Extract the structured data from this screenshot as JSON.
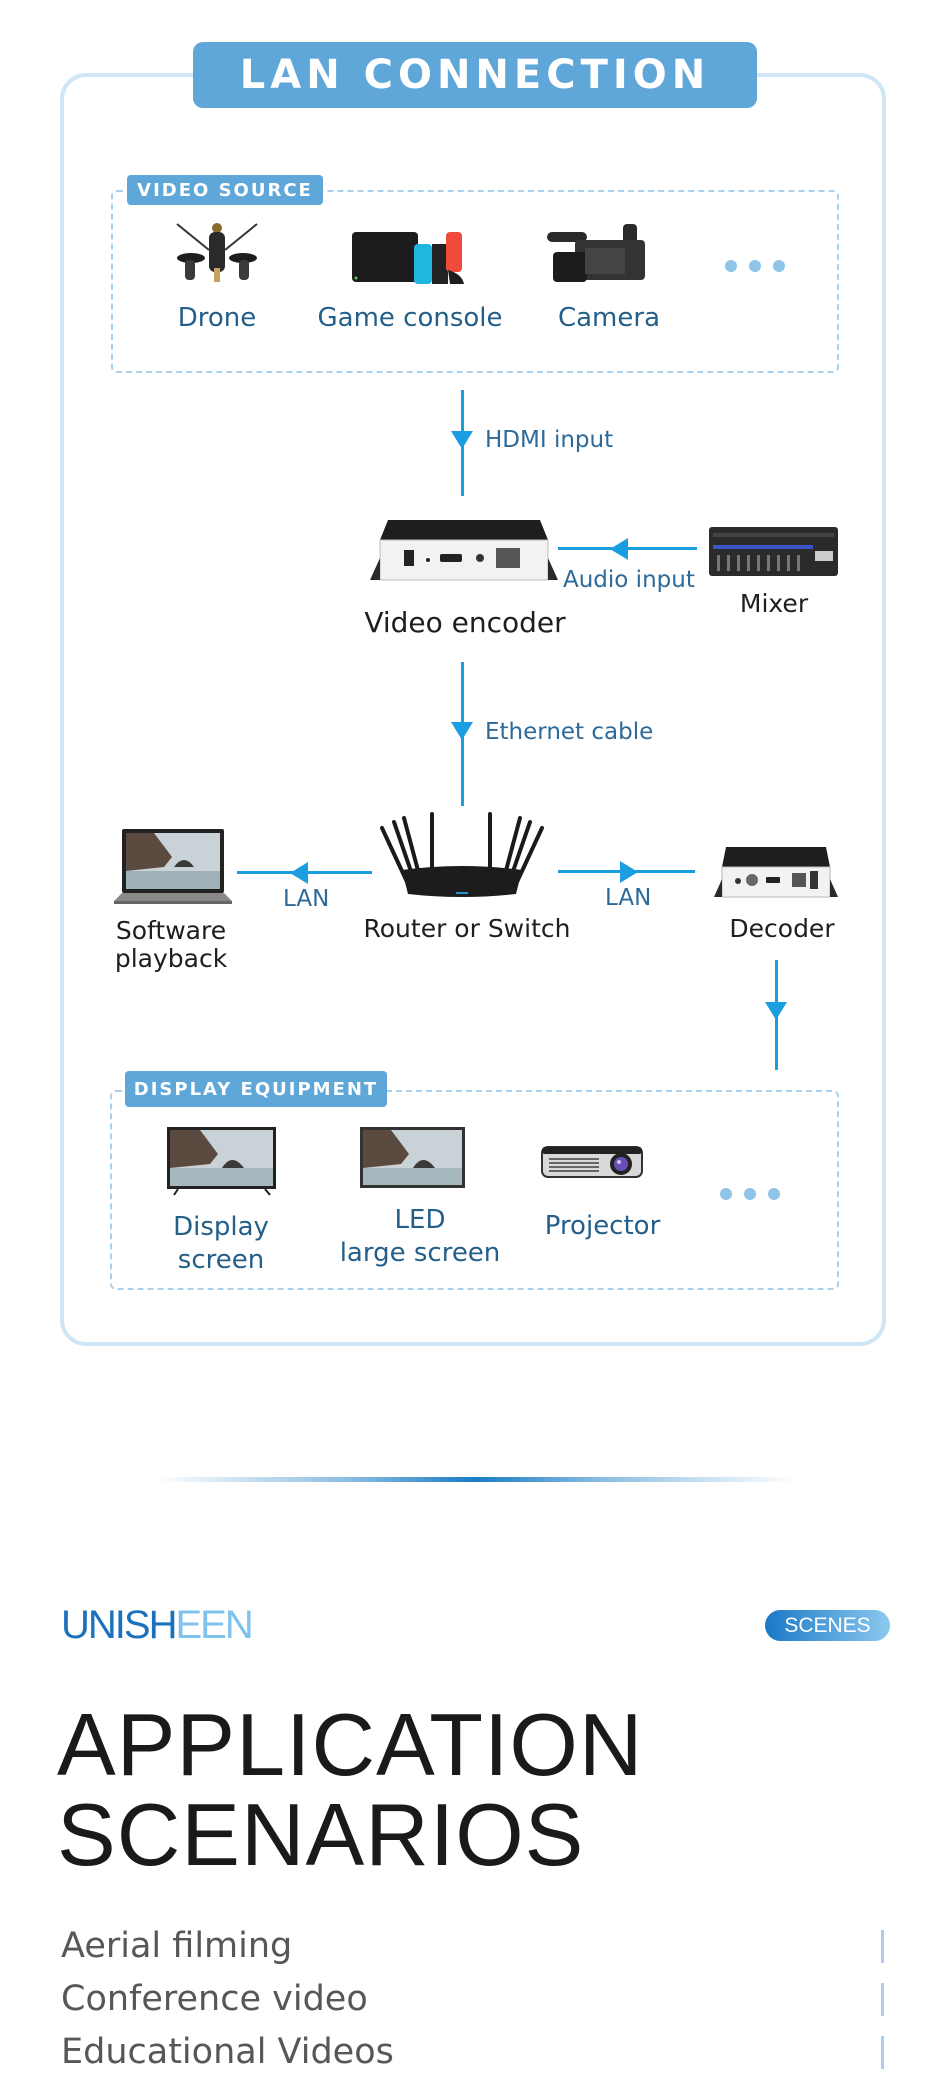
{
  "title": "LAN CONNECTION",
  "video_source": {
    "label": "VIDEO SOURCE",
    "items": [
      {
        "name": "Drone",
        "icon": "drone-icon"
      },
      {
        "name": "Game console",
        "icon": "game-console-icon"
      },
      {
        "name": "Camera",
        "icon": "camera-icon"
      }
    ],
    "more": "more-dots"
  },
  "flow": {
    "hdmi_input": "HDMI input",
    "audio_input": "Audio input",
    "ethernet_cable": "Ethernet cable",
    "lan_left": "LAN",
    "lan_right": "LAN"
  },
  "devices": {
    "encoder": "Video encoder",
    "mixer": "Mixer",
    "router": "Router or Switch",
    "software_line1": "Software",
    "software_line2": "playback",
    "decoder": "Decoder"
  },
  "display_equipment": {
    "label": "DISPLAY EQUIPMENT",
    "items": [
      {
        "line1": "Display",
        "line2": "screen"
      },
      {
        "line1": "LED",
        "line2": "large screen"
      },
      {
        "line1": "Projector",
        "line2": ""
      }
    ]
  },
  "brand": {
    "logo_main": "UNISH",
    "logo_tail": "EEN",
    "badge": "SCENES"
  },
  "application": {
    "heading_line1": "APPLICATION",
    "heading_line2": "SCENARIOS",
    "scenarios": [
      "Aerial filming",
      "Conference video",
      "Educational Videos"
    ]
  },
  "colors": {
    "accent": "#5fa6d9",
    "arrow": "#1b9ee0",
    "label_text": "#245f8a",
    "brand_blue": "#1a72bd"
  }
}
